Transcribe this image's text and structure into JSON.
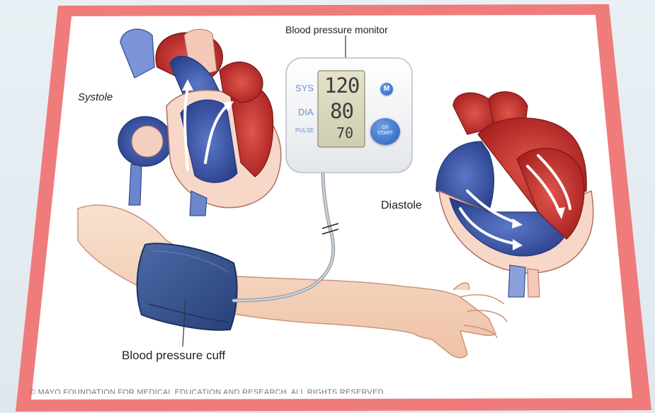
{
  "labels": {
    "systole": "Systole",
    "diastole": "Diastole",
    "monitor": "Blood pressure monitor",
    "cuff": "Blood pressure cuff"
  },
  "monitor_display": {
    "sys_caption": "SYS",
    "dia_caption": "DIA",
    "pulse_caption": "PULSE",
    "sys_value": "120",
    "dia_value": "80",
    "pulse_value": "70",
    "m_button": "M",
    "start_button_line1": "O/I",
    "start_button_line2": "START"
  },
  "copyright": "© MAYO FOUNDATION FOR MEDICAL EDUCATION AND RESEARCH. ALL RIGHTS RESERVED.",
  "colors": {
    "frame": "#f07b7b",
    "artery_red": "#c8322c",
    "vein_blue": "#3b55a8",
    "cuff_blue": "#35508a",
    "skin": "#f5d5bf",
    "button_blue": "#2b5fbf"
  }
}
